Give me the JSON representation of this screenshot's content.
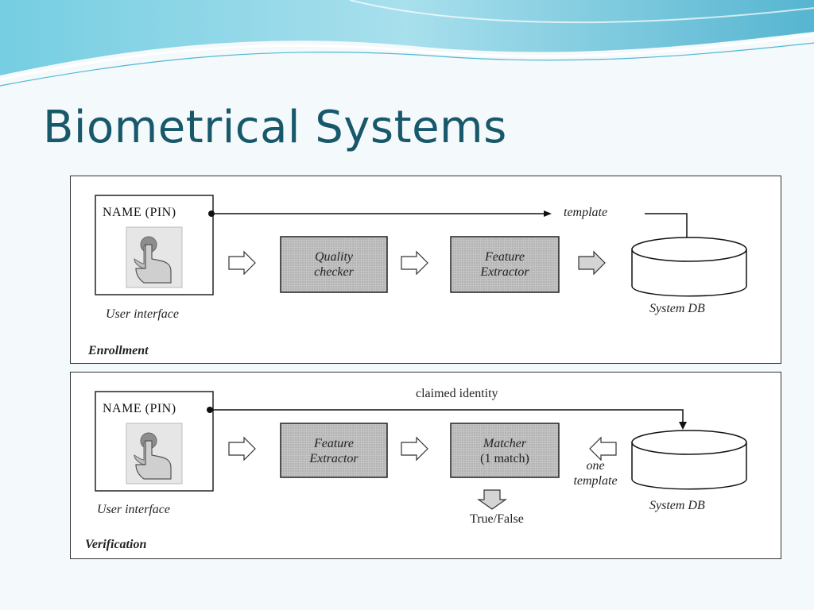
{
  "slide": {
    "title": "Biometrical Systems"
  },
  "enrollment": {
    "section_label": "Enrollment",
    "name_pin": "NAME (PIN)",
    "user_interface": "User interface",
    "quality_checker_line1": "Quality",
    "quality_checker_line2": "checker",
    "feature_extractor_line1": "Feature",
    "feature_extractor_line2": "Extractor",
    "template_label": "template",
    "db_label": "System DB"
  },
  "verification": {
    "section_label": "Verification",
    "name_pin": "NAME (PIN)",
    "user_interface": "User interface",
    "claimed_identity": "claimed identity",
    "feature_extractor_line1": "Feature",
    "feature_extractor_line2": "Extractor",
    "matcher_line1": "Matcher",
    "matcher_line2": "(1 match)",
    "one_template_line1": "one",
    "one_template_line2": "template",
    "result_label": "True/False",
    "db_label": "System DB"
  },
  "colors": {
    "title": "#17586b",
    "process_box": "#bdbdbd",
    "wave_accent": "#4db8d4"
  }
}
